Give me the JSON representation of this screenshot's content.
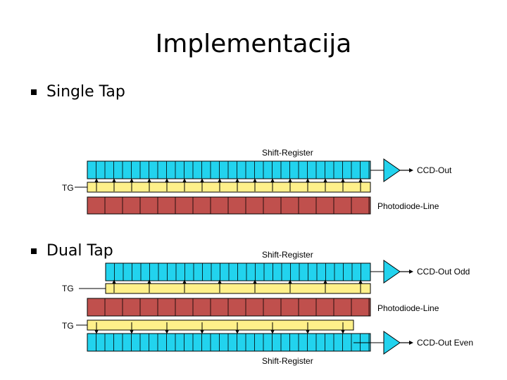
{
  "slide": {
    "title": "Implementacija",
    "bullets": [
      "Single Tap",
      "Dual Tap"
    ]
  },
  "diagram": {
    "colors": {
      "shift_register": "#22d3ee",
      "transfer_gate": "#fef08a",
      "photodiode": "#c0504d",
      "amplifier": "#22d3ee",
      "line": "#000000"
    },
    "single_tap": {
      "shift_register_label": "Shift-Register",
      "tg_label": "TG",
      "photodiode_label": "Photodiode-Line",
      "output_label": "CCD-Out"
    },
    "dual_tap": {
      "shift_register_top_label": "Shift-Register",
      "tg_top_label": "TG",
      "photodiode_label": "Photodiode-Line",
      "tg_bottom_label": "TG",
      "shift_register_bottom_label": "Shift-Register",
      "output_odd_label": "CCD-Out Odd",
      "output_even_label": "CCD-Out Even"
    }
  }
}
